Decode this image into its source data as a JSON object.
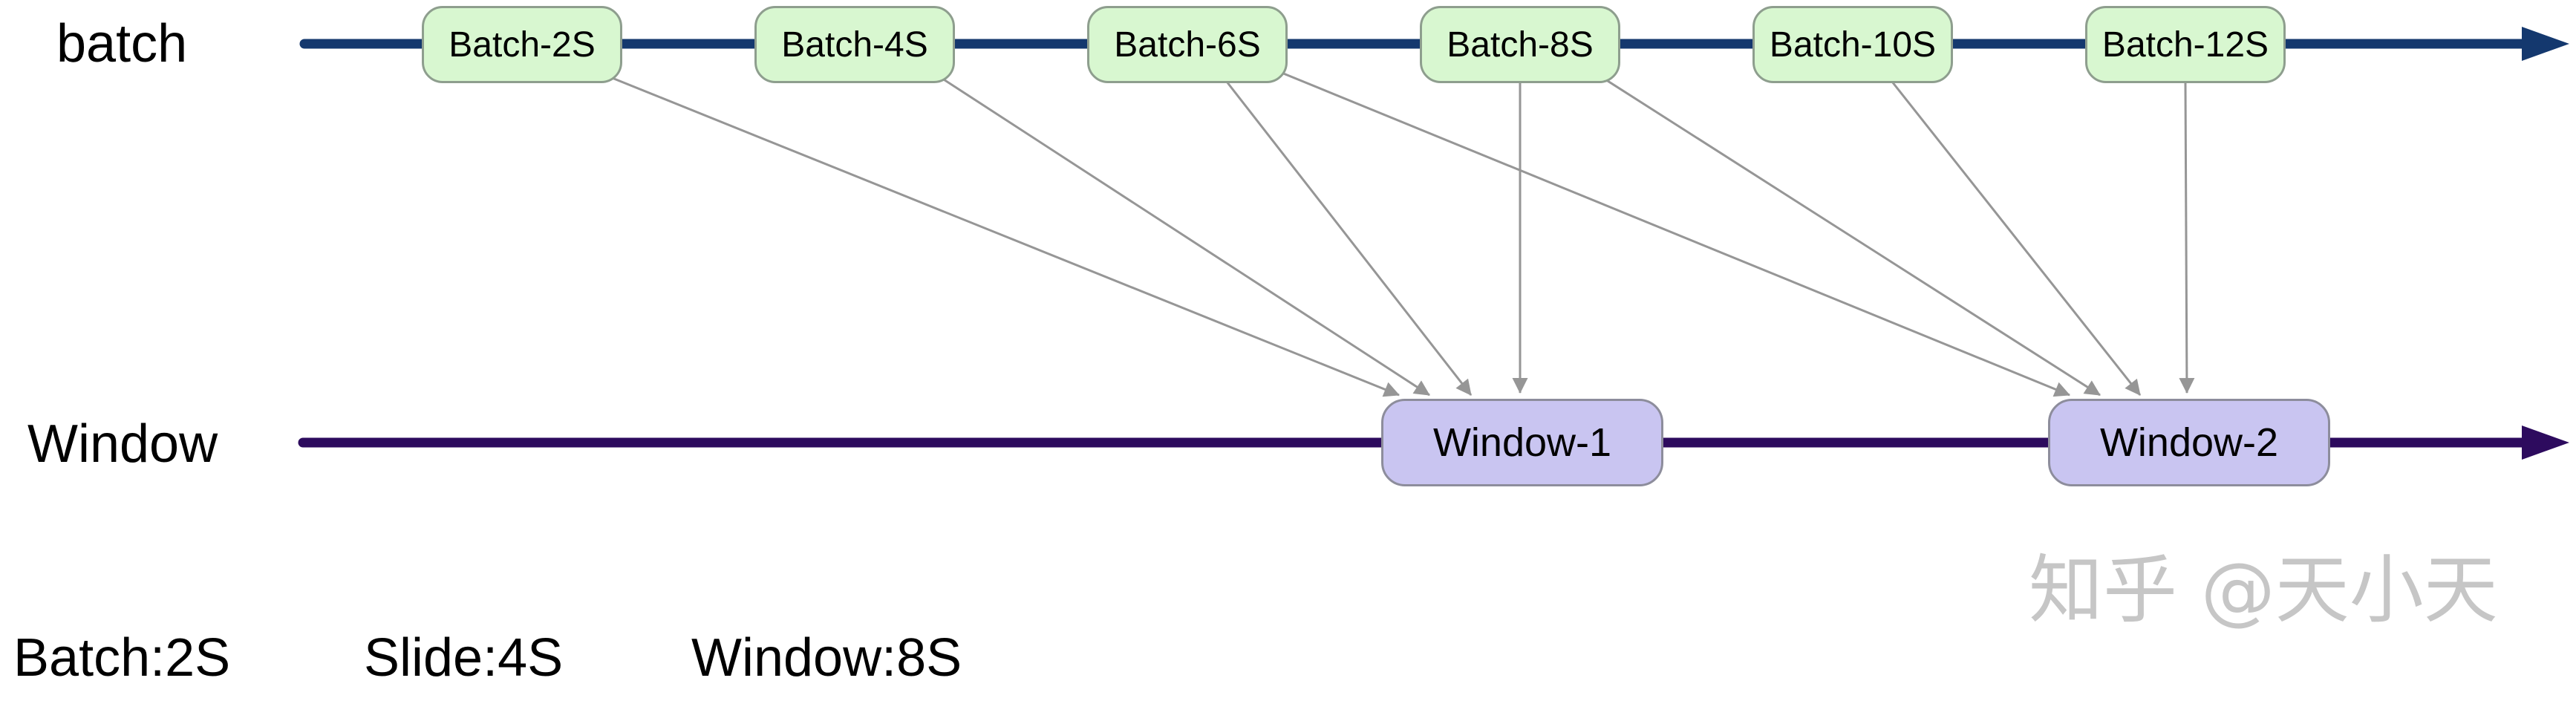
{
  "axes": {
    "batch_label": "batch",
    "window_label": "Window"
  },
  "batch_nodes": [
    {
      "label": "Batch-2S"
    },
    {
      "label": "Batch-4S"
    },
    {
      "label": "Batch-6S"
    },
    {
      "label": "Batch-8S"
    },
    {
      "label": "Batch-10S"
    },
    {
      "label": "Batch-12S"
    }
  ],
  "window_nodes": [
    {
      "label": "Window-1"
    },
    {
      "label": "Window-2"
    }
  ],
  "connections": [
    {
      "from": "Batch-2S",
      "to": "Window-1"
    },
    {
      "from": "Batch-4S",
      "to": "Window-1"
    },
    {
      "from": "Batch-6S",
      "to": "Window-1"
    },
    {
      "from": "Batch-8S",
      "to": "Window-1"
    },
    {
      "from": "Batch-6S",
      "to": "Window-2"
    },
    {
      "from": "Batch-8S",
      "to": "Window-2"
    },
    {
      "from": "Batch-10S",
      "to": "Window-2"
    },
    {
      "from": "Batch-12S",
      "to": "Window-2"
    }
  ],
  "params": [
    {
      "label": "Batch:2S"
    },
    {
      "label": "Slide:4S"
    },
    {
      "label": "Window:8S"
    }
  ],
  "watermark": {
    "text": "知乎 @天小天"
  },
  "colors": {
    "batch_axis": "#14386E",
    "window_axis": "#2D0B5E",
    "batch_node_fill": "#D8F7D0",
    "batch_node_border": "#8E9E8E",
    "window_node_fill": "#C9C5F1",
    "window_node_border": "#8D8D9C",
    "connector": "#969696",
    "text": "#000000",
    "watermark": "#C6C6C6"
  }
}
